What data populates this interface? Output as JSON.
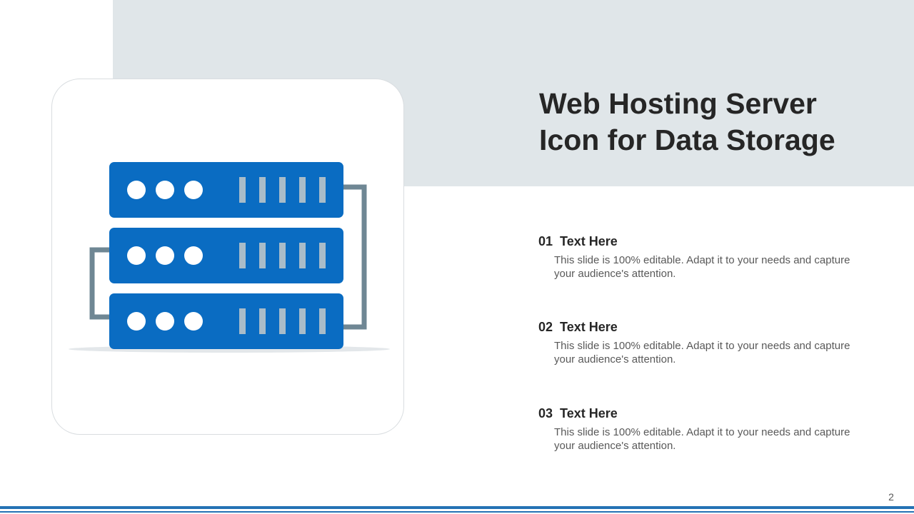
{
  "slide": {
    "title": "Web Hosting Server Icon for Data Storage",
    "page_number": "2",
    "colors": {
      "accent_blue": "#0a6cc2",
      "band_gray": "#e0e6e9",
      "connector_gray": "#6f8794",
      "footer_blue": "#2472b4"
    }
  },
  "icon": {
    "name": "server-stack-icon"
  },
  "items": [
    {
      "number": "01",
      "heading": "Text Here",
      "body": "This slide is 100% editable. Adapt it to your needs and capture your audience's attention."
    },
    {
      "number": "02",
      "heading": "Text Here",
      "body": "This slide is 100% editable. Adapt it to your needs and capture your audience's attention."
    },
    {
      "number": "03",
      "heading": "Text Here",
      "body": "This slide is 100% editable. Adapt it to your needs and capture your audience's attention."
    }
  ]
}
